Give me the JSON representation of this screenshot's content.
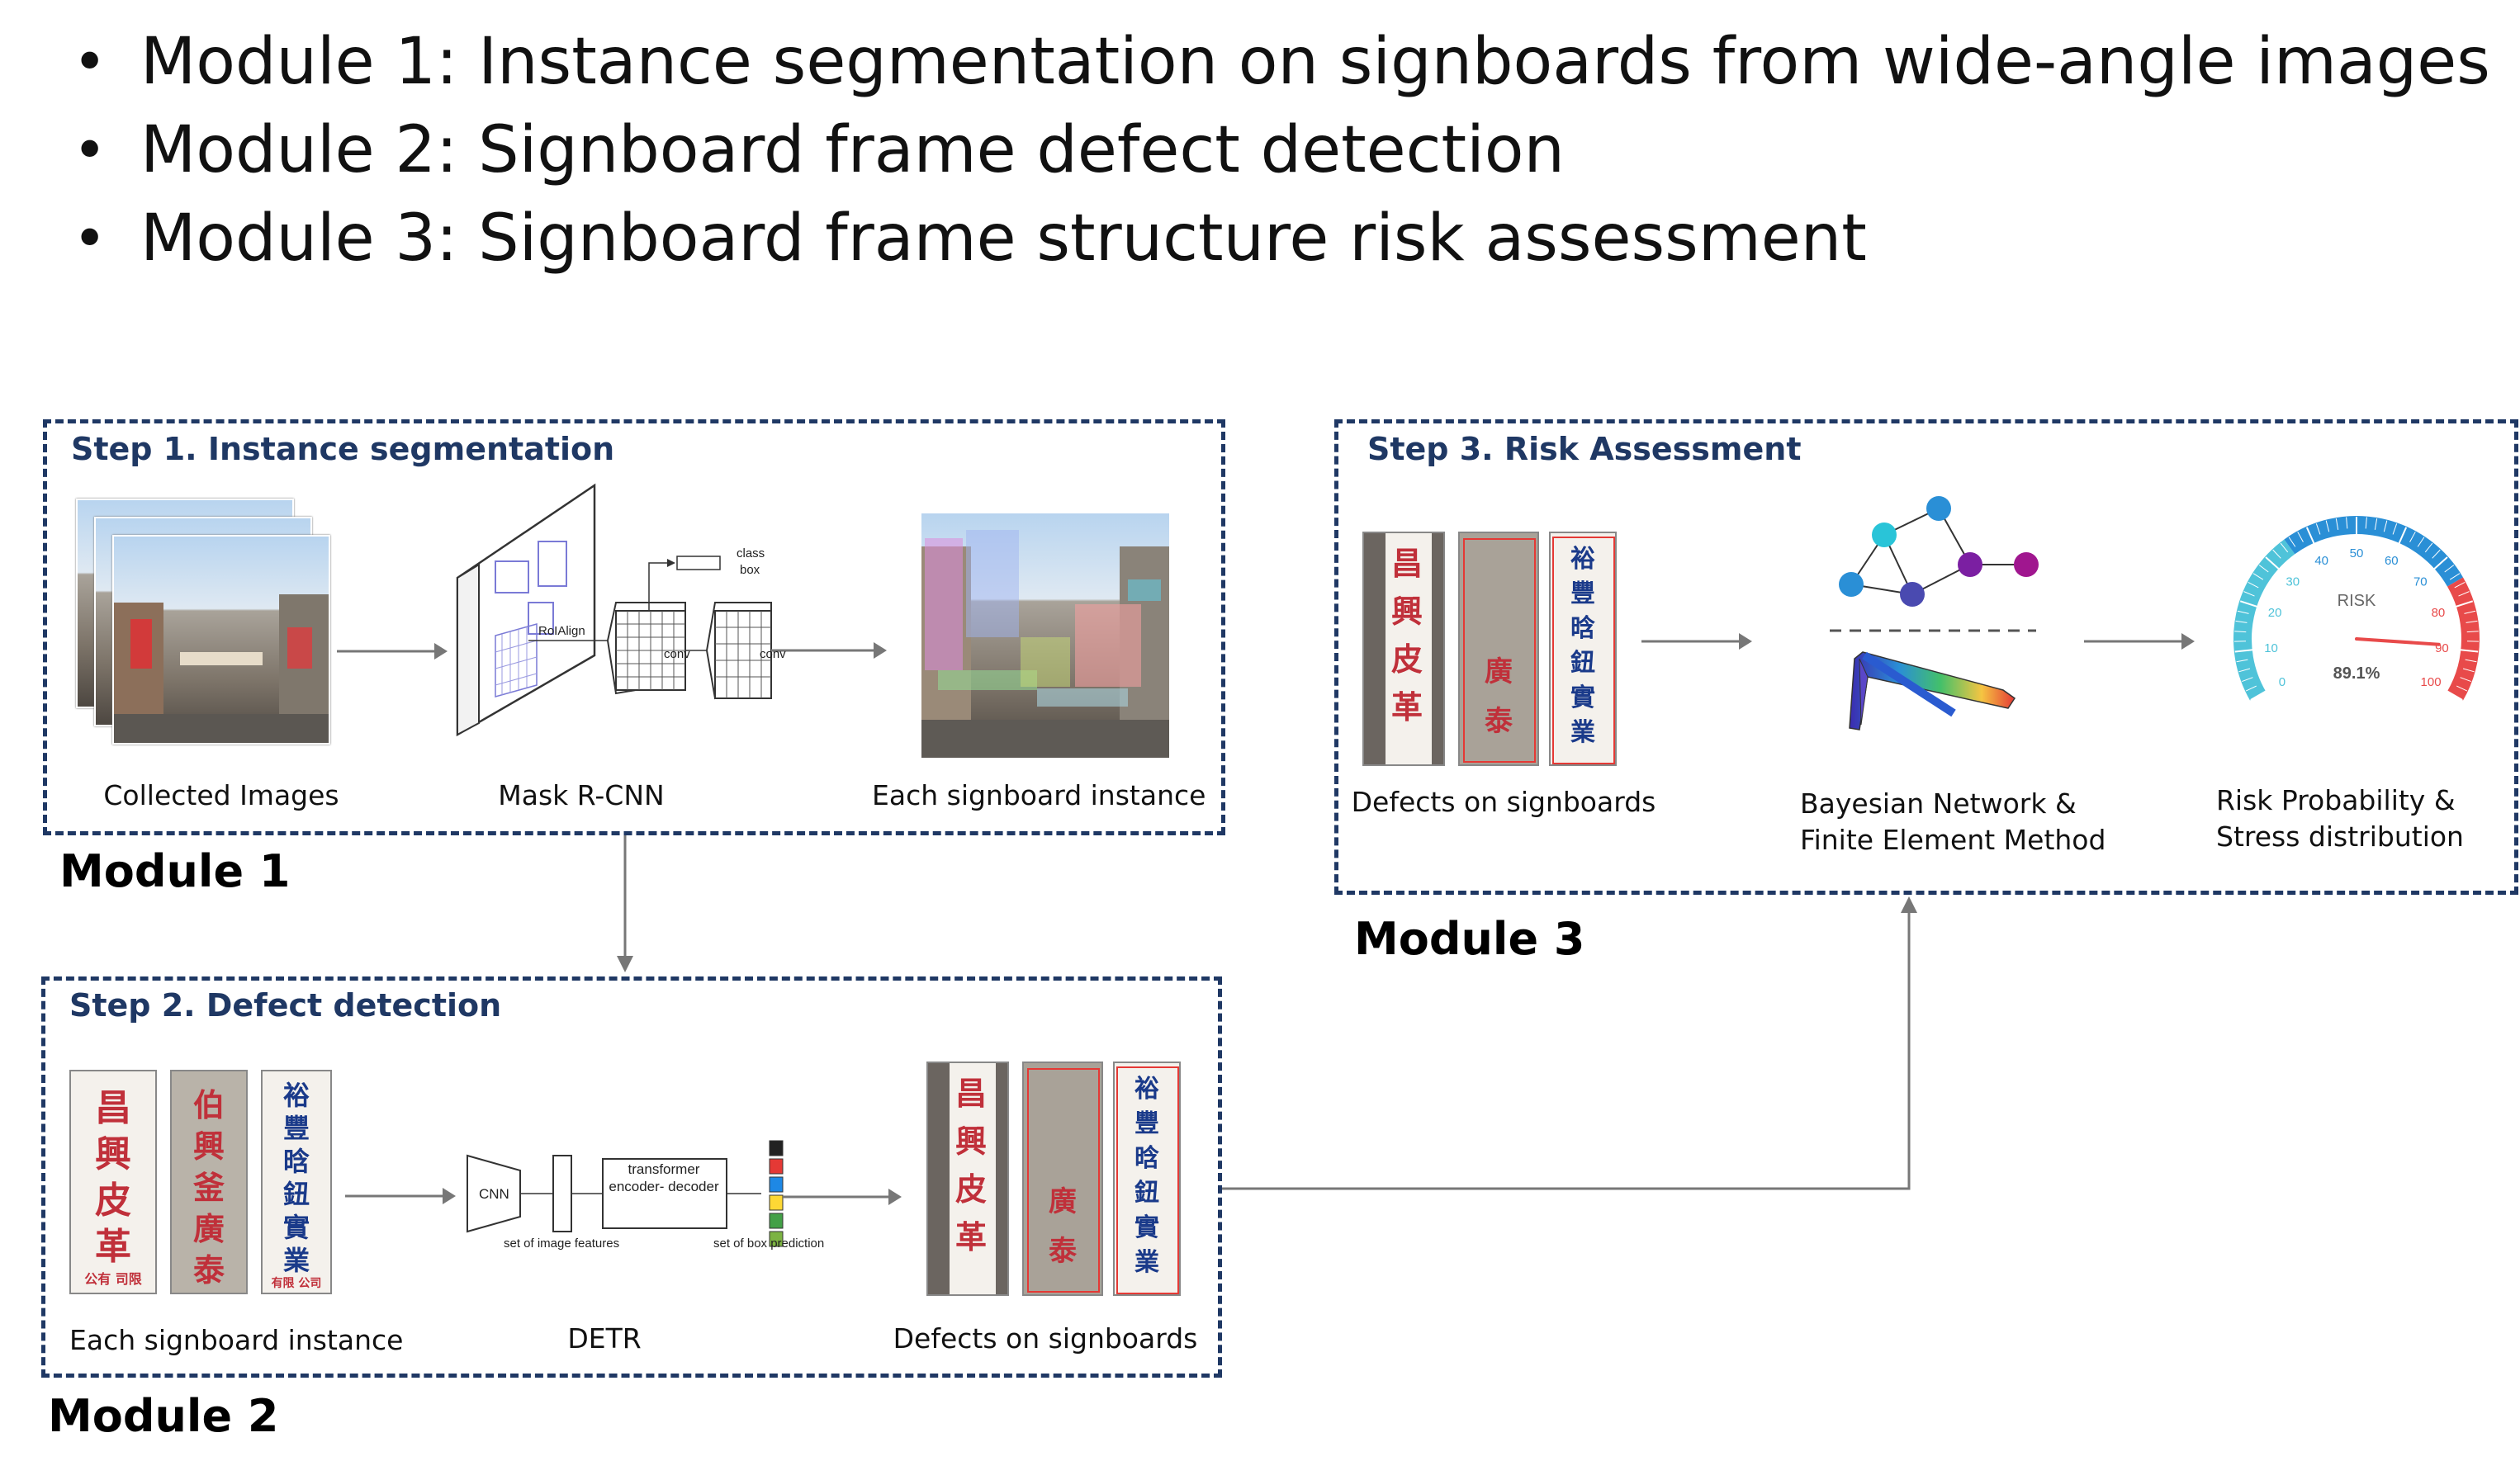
{
  "bullets": [
    "Module 1: Instance segmentation on signboards from wide-angle images",
    "Module 2: Signboard frame defect detection",
    "Module 3: Signboard frame structure risk assessment"
  ],
  "step1": {
    "title": "Step 1. Instance segmentation",
    "captions": [
      "Collected Images",
      "Mask R-CNN",
      "Each signboard instance"
    ],
    "maskrcnn_labels": {
      "class": "class",
      "box": "box",
      "roialign": "RoIAlign",
      "conv1": "conv",
      "conv2": "conv"
    }
  },
  "step2": {
    "title": "Step 2. Defect detection",
    "captions": [
      "Each signboard instance",
      "DETR",
      "Defects on signboards"
    ],
    "detr_labels": {
      "cnn": "CNN",
      "transformer": "transformer encoder- decoder",
      "features": "set of image features",
      "prediction": "set of box prediction"
    },
    "box_colors": [
      "#222222",
      "#e53935",
      "#1e88e5",
      "#fdd835",
      "#43a047",
      "#7cb342"
    ]
  },
  "step3": {
    "title": "Step 3. Risk Assessment",
    "captions": [
      "Defects on signboards",
      "Bayesian Network &",
      "Finite Element Method",
      "Risk Probability &",
      "Stress distribution"
    ],
    "gauge": {
      "label": "RISK",
      "value_text": "89.1%",
      "value": 89.1,
      "ticks": [
        "0",
        "10",
        "20",
        "30",
        "40",
        "50",
        "60",
        "70",
        "80",
        "90",
        "100"
      ]
    }
  },
  "modules": {
    "m1": "Module 1",
    "m2": "Module 2",
    "m3": "Module 3"
  },
  "signboards": {
    "a": [
      "昌",
      "興",
      "皮",
      "革"
    ],
    "a_small": "公有 司限",
    "b": [
      "伯",
      "興",
      "釜",
      "廣",
      "泰"
    ],
    "c": [
      "裕",
      "豐",
      "晗",
      "鈕",
      "實",
      "業"
    ],
    "c_small": "有限 公司"
  },
  "colors": {
    "box_border": "#1f3864",
    "arrow": "#777777",
    "gauge_red": "#e84a4a",
    "gauge_cyan": "#4fc3d9",
    "gauge_blue": "#2a8fd6"
  }
}
